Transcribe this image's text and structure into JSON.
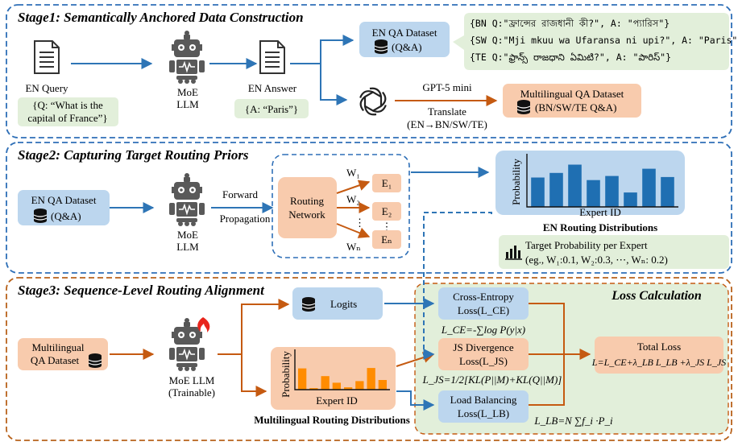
{
  "stage1": {
    "title": "Stage1: Semantically Anchored Data Construction",
    "en_query_label": "EN Query",
    "en_query_text": [
      "{Q: “What is the",
      "capital of France”}"
    ],
    "moe_llm_label": [
      "MoE",
      "LLM"
    ],
    "en_answer_label": "EN Answer",
    "en_answer_text": "{A: “Paris”}",
    "en_qa_dataset": [
      "EN QA Dataset",
      "(Q&A)"
    ],
    "translated_samples": [
      "{BN Q:\"ফ্রান্সের রাজধানী কী?\", A: \"প্যারিস\"}",
      "{SW Q:\"Mji mkuu wa Ufaransa ni upi?\", A: \"Paris\"}",
      "{TE Q:\"ఫ్రాన్స్ రాజధాని ఏమిటి?\", A: \"పారిస్\"}"
    ],
    "translator_model": "GPT-5 mini",
    "translate_label": [
      "Translate",
      "(EN→BN/SW/TE)"
    ],
    "multilingual_dataset": [
      "Multilingual QA Dataset",
      "(BN/SW/TE Q&A)"
    ]
  },
  "stage2": {
    "title": "Stage2: Capturing Target Routing Priors",
    "en_qa_dataset": [
      "EN QA Dataset",
      "(Q&A)"
    ],
    "moe_llm_label": [
      "MoE",
      "LLM"
    ],
    "forward_label": [
      "Forward",
      "Propagation"
    ],
    "routing_network": [
      "Routing",
      "Network"
    ],
    "weights": [
      "W₁",
      "W₂",
      "Wₙ"
    ],
    "experts": [
      "E₁",
      "E₂",
      "Eₙ"
    ],
    "ellipsis": "⋮",
    "en_chart_ylabel": "Probability",
    "en_chart_xlabel": "Expert ID",
    "en_chart_caption": "EN Routing Distributions",
    "target_prob": [
      "Target Probability per Expert",
      "(eg., W₁:0.1, W₂:0.3, ⋯, Wₙ: 0.2)"
    ]
  },
  "stage3": {
    "title": "Stage3: Sequence-Level Routing Alignment",
    "multilingual_dataset": [
      "Multilingual",
      "QA Dataset"
    ],
    "moe_llm_label": [
      "MoE LLM",
      "(Trainable)"
    ],
    "logits_label": "Logits",
    "ml_chart_ylabel": "Probability",
    "ml_chart_xlabel": "Expert ID",
    "ml_chart_caption": "Multilingual Routing Distributions",
    "loss_title": "Loss Calculation",
    "ce_loss": [
      "Cross-Entropy",
      "Loss(L_CE)"
    ],
    "ce_formula": "L_CE=-∑log P(y|x)",
    "js_loss": [
      "JS Divergence",
      "Loss(L_JS)"
    ],
    "js_formula": "L_JS=1/2[KL(P||M)+KL(Q||M)]",
    "lb_loss": [
      "Load Balancing",
      "Loss(L_LB)"
    ],
    "lb_formula": "L_LB=N ∑f_i ·P_i",
    "total_loss": [
      "Total Loss",
      "L=L_CE+λ_LB L_LB +λ_JS L_JS"
    ]
  },
  "chart_data": [
    {
      "type": "bar",
      "series_color": "#1f6fb2",
      "xlabel": "Expert ID",
      "ylabel": "Probability",
      "values": [
        0.57,
        0.66,
        0.82,
        0.52,
        0.6,
        0.28,
        0.74,
        0.58
      ]
    },
    {
      "type": "bar",
      "series_color": "#ff8c00",
      "xlabel": "Expert ID",
      "ylabel": "Probability",
      "values": [
        0.55,
        0.04,
        0.35,
        0.18,
        0.06,
        0.22,
        0.56,
        0.25
      ]
    }
  ],
  "colors": {
    "stage_border": "#2e6fb7",
    "stage3_border": "#b8621b",
    "blue_fill": "#bcd6ee",
    "orange_fill": "#f8cbad",
    "green_fill": "#e2efda",
    "blue_arrow": "#2e75b6",
    "orange_arrow": "#c55a11"
  },
  "icons": [
    "document-icon",
    "robot-icon",
    "database-icon",
    "openai-logo-icon",
    "bar-chart-icon",
    "flame-icon"
  ]
}
